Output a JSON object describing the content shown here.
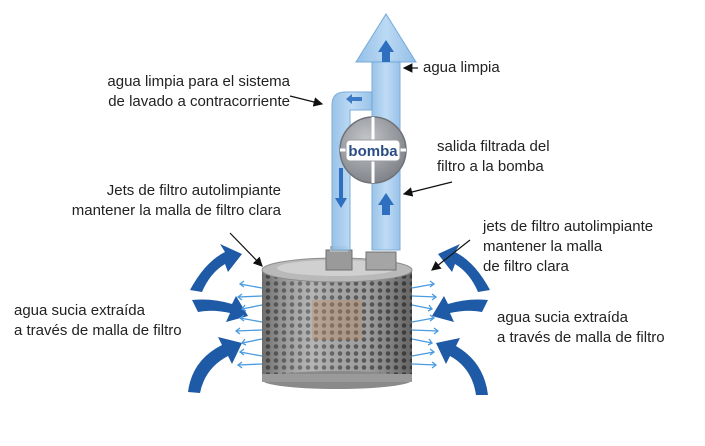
{
  "colors": {
    "water_pipe": "#9fc7ec",
    "water_pipe_edge": "#6fa6d6",
    "flow_arrow": "#2f6fbf",
    "suction_arrow": "#1e5aa5",
    "jet": "#4a9be0",
    "pump_body": "#8e9095",
    "pump_label": "#2a4e86",
    "mesh": "#9a9a9a"
  },
  "labels": {
    "clean_water": "agua limpia",
    "backwash": [
      "agua limpia para el sistema",
      "de lavado a contracorriente"
    ],
    "filtered_output": [
      "salida filtrada del",
      "filtro a la bomba"
    ],
    "jets_left": [
      "Jets de filtro autolimpiante",
      "mantener la malla de filtro clara"
    ],
    "jets_right": [
      "jets de filtro autolimpiante",
      "mantener la malla",
      "de filtro clara"
    ],
    "suction_left": [
      "agua sucia extraída",
      "a través de malla de filtro"
    ],
    "suction_right": [
      "agua sucia extraída",
      "a través de malla de filtro"
    ],
    "pump": "bomba"
  },
  "icons": {
    "pump": "pump-disc-icon",
    "suction": "curved-arrow-icon",
    "jets": "small-arrow-icon",
    "filter": "mesh-filter-icon"
  }
}
